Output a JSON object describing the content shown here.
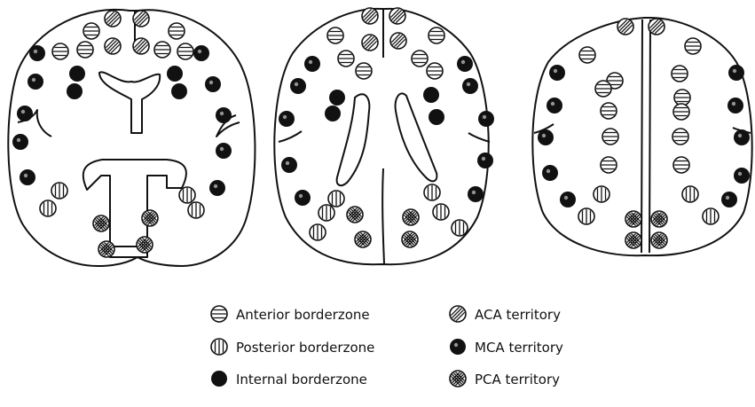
{
  "legend": {
    "anterior": "Anterior borderzone",
    "posterior": "Posterior borderzone",
    "internal": "Internal borderzone",
    "aca": "ACA territory",
    "mca": "MCA territory",
    "pca": "PCA territory"
  },
  "colors": {
    "stroke": "#111111",
    "background": "#ffffff"
  },
  "marker_kinds": [
    "anterior-borderzone",
    "posterior-borderzone",
    "internal-borderzone",
    "aca-territory",
    "mca-territory",
    "pca-territory"
  ]
}
